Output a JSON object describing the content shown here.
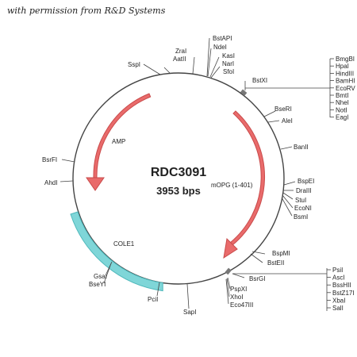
{
  "permission_note": "with permission from R&D Systems",
  "plasmid": {
    "name": "RDC3091",
    "size_label": "3953 bps"
  },
  "features": {
    "amp": "AMP",
    "mopg": "mOPG (1-401)",
    "cole1": "COLE1"
  },
  "sites": {
    "zral": "ZraI",
    "aatii": "AatII",
    "sspi": "SspI",
    "bstapi": "BstAPI",
    "ndei": "NdeI",
    "kasi": "KasI",
    "nari": "NarI",
    "sfoi": "SfoI",
    "bstxi": "BstXI",
    "bseri": "BseRI",
    "alei": "AleI",
    "banii": "BanII",
    "bspei": "BspEI",
    "draiii": "DraIII",
    "stui": "StuI",
    "econi": "EcoNI",
    "bsmi": "BsmI",
    "bspmi": "BspMI",
    "bsteii": "BstEII",
    "bsrgi": "BsrGI",
    "pspxi": "PspXI",
    "xhoi": "XhoI",
    "eco47iii": "Eco47III",
    "sapi": "SapI",
    "pcii": "PciI",
    "gsai": "GsaI",
    "bseyi": "BseYI",
    "bsrfi": "BsrFI",
    "ahdi": "AhdI"
  },
  "mcs_top": [
    "BmgBI",
    "HpaI",
    "HindIII",
    "BamHI",
    "EcoRV",
    "BmtI",
    "NheI",
    "NotI",
    "EagI"
  ],
  "mcs_bottom": [
    "PsiI",
    "AscI",
    "BssHII",
    "BstZ17I",
    "XbaI",
    "SalI"
  ],
  "colors": {
    "backbone": "#444444",
    "arrow_red": "#e96b6b",
    "arrow_red_stroke": "#c94b4b",
    "cole1_fill": "#7fd6d8",
    "cole1_stroke": "#4fb8bb",
    "mcs_box": "#777777"
  }
}
